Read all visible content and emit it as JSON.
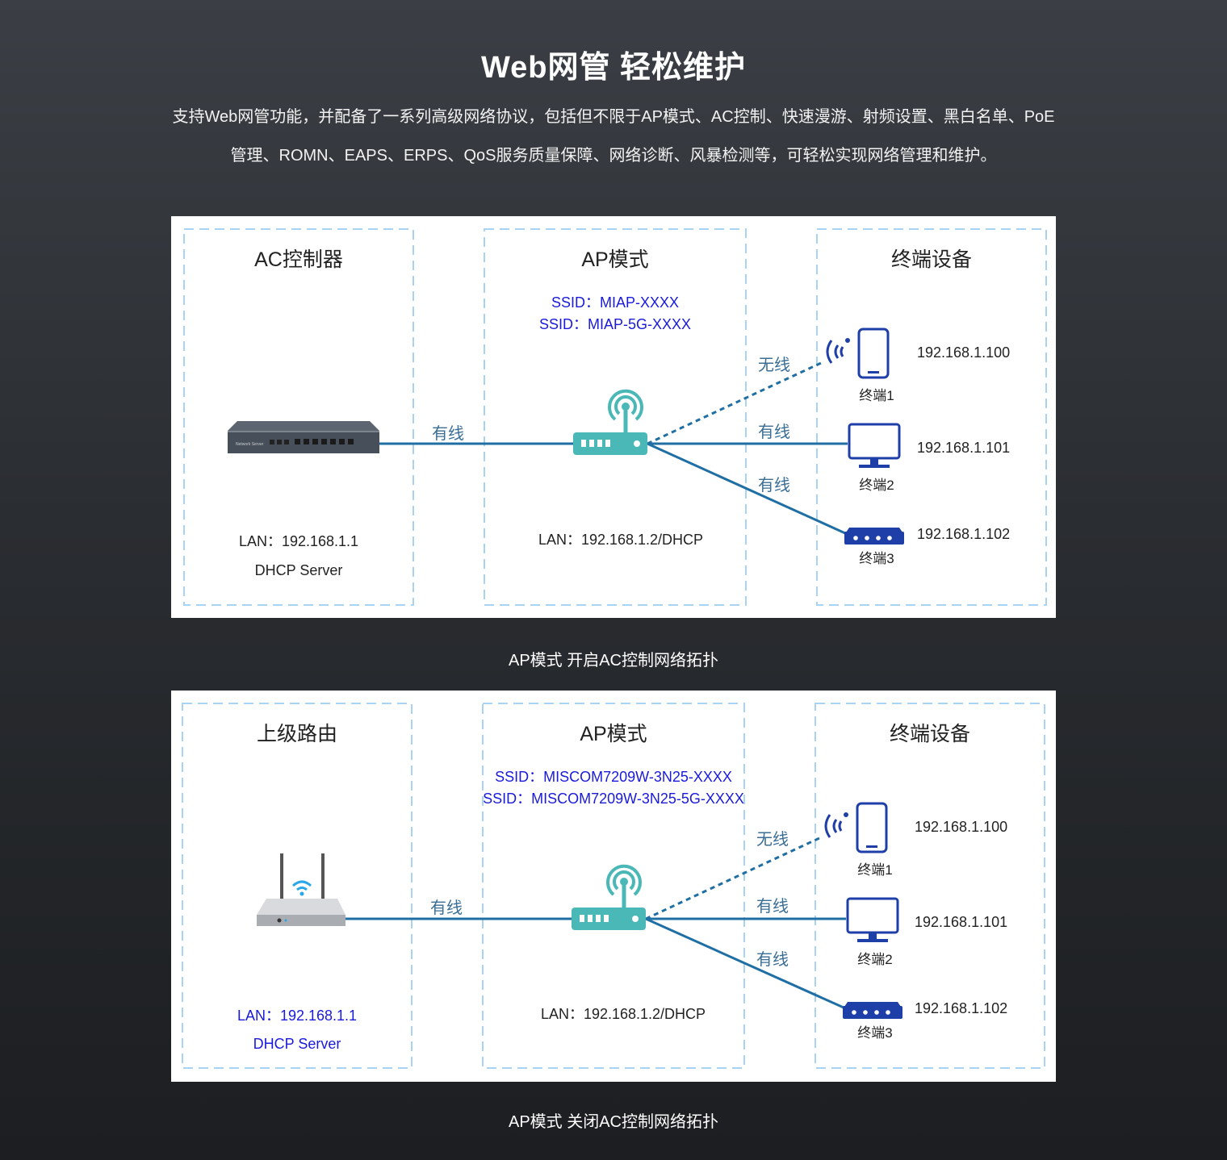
{
  "header": {
    "title": "Web网管 轻松维护",
    "desc_line1": "支持Web网管功能，并配备了一系列高级网络协议，包括但不限于AP模式、AC控制、快速漫游、射频设置、黑白名单、PoE",
    "desc_line2": "管理、ROMN、EAPS、ERPS、QoS服务质量保障、网络诊断、风暴检测等，可轻松实现网络管理和维护。"
  },
  "diagram1": {
    "left_title": "AC控制器",
    "device_label": "Network Server",
    "left_lan": "LAN：192.168.1.1",
    "left_dhcp": "DHCP Server",
    "mid_title": "AP模式",
    "ssid1": "SSID：MIAP-XXXX",
    "ssid2": "SSID：MIAP-5G-XXXX",
    "mid_lan": "LAN：192.168.1.2/DHCP",
    "right_title": "终端设备",
    "wired_left": "有线",
    "wireless": "无线",
    "wired_mid": "有线",
    "wired_low": "有线",
    "term1_ip": "192.168.1.100",
    "term1_name": "终端1",
    "term2_ip": "192.168.1.101",
    "term2_name": "终端2",
    "term3_ip": "192.168.1.102",
    "term3_name": "终端3",
    "caption": "AP模式 开启AC控制网络拓扑"
  },
  "diagram2": {
    "left_title": "上级路由",
    "left_lan": "LAN：192.168.1.1",
    "left_dhcp": "DHCP Server",
    "mid_title": "AP模式",
    "ssid1": "SSID：MISCOM7209W-3N25-XXXX",
    "ssid2": "SSID：MISCOM7209W-3N25-5G-XXXX",
    "mid_lan": "LAN：192.168.1.2/DHCP",
    "right_title": "终端设备",
    "wired_left": "有线",
    "wireless": "无线",
    "wired_mid": "有线",
    "wired_low": "有线",
    "term1_ip": "192.168.1.100",
    "term1_name": "终端1",
    "term2_ip": "192.168.1.101",
    "term2_name": "终端2",
    "term3_ip": "192.168.1.102",
    "term3_name": "终端3",
    "caption": "AP模式 关闭AC控制网络拓扑"
  },
  "colors": {
    "dash_border": "#a9d3f2",
    "line": "#1f6fa4",
    "ap_teal": "#4bb8b8",
    "ssid_blue": "#1a1adc",
    "label_blue": "#3a6e96",
    "terminal_blue": "#1f3fa8"
  }
}
